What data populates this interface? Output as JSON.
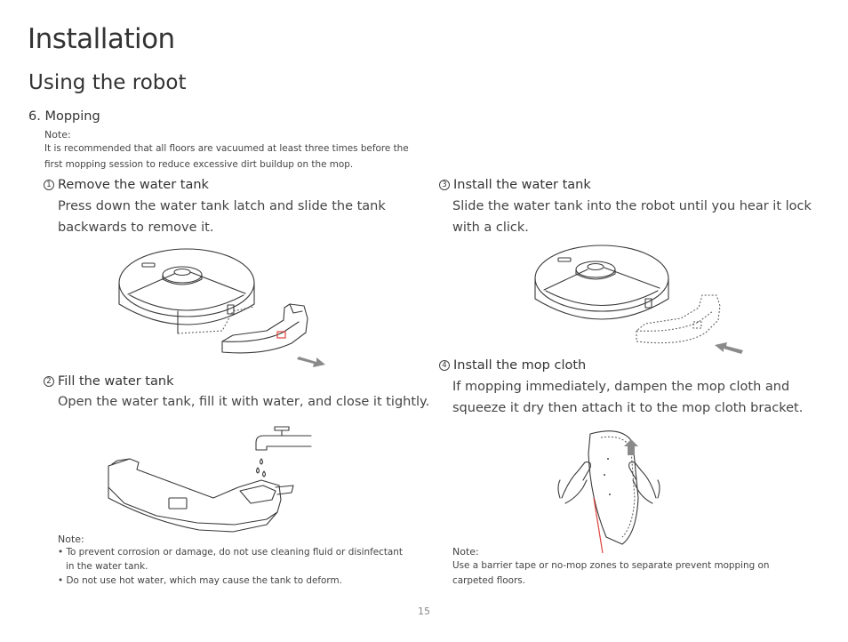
{
  "section_title": "Installation",
  "subsection_title": "Using the robot",
  "step_heading": "6. Mopping",
  "top_note": {
    "title": "Note:",
    "lines": [
      "It is recommended that all floors are vacuumed at least three times before the",
      "first mopping session to reduce excessive dirt buildup on the mop."
    ]
  },
  "steps": [
    {
      "number": "1",
      "title": "Remove the water tank",
      "lines": [
        "Press down the water tank latch and slide the tank",
        "backwards to remove it."
      ]
    },
    {
      "number": "2",
      "title": "Fill the water tank",
      "lines": [
        "Open the water tank, fill it with water, and close it tightly."
      ]
    },
    {
      "number": "3",
      "title": "Install the water tank",
      "lines": [
        "Slide the water tank into the robot until you hear it lock",
        "with a click."
      ]
    },
    {
      "number": "4",
      "title": "Install the mop cloth",
      "lines": [
        "If mopping immediately, dampen the mop cloth and",
        "squeeze it dry then attach it to the mop cloth bracket."
      ]
    }
  ],
  "left_note": {
    "title": "Note:",
    "bullets": [
      [
        "To prevent corrosion or damage, do not use cleaning fluid or disinfectant",
        "in the water tank."
      ],
      [
        "Do not use hot water, which may cause the tank to deform."
      ]
    ]
  },
  "right_note": {
    "title": "Note:",
    "lines": [
      "Use a barrier tape or no-mop zones to separate prevent mopping on",
      "carpeted floors."
    ]
  },
  "page_number": "15",
  "colors": {
    "text": "#333333",
    "line_art": "#3a3a3a",
    "highlight": "#e0423b",
    "arrow": "#8a8a8a"
  }
}
